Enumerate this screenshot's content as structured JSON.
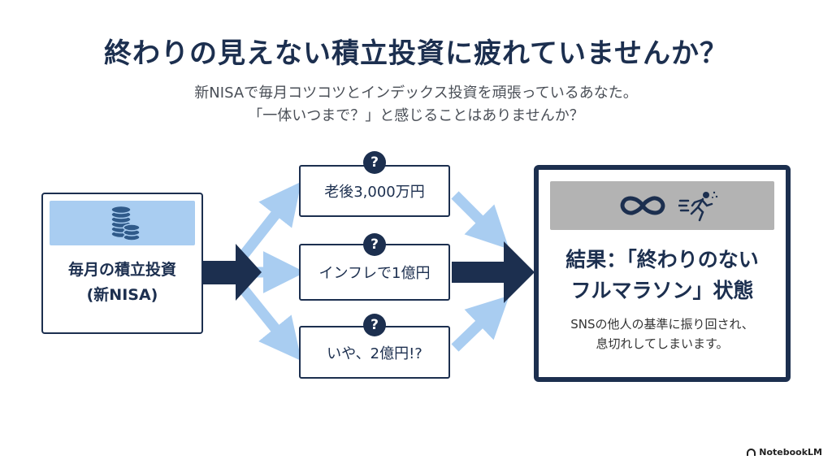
{
  "title": "終わりの見えない積立投資に疲れていませんか？",
  "subtitle": {
    "line1": "新NISAで毎月コツコツとインデックス投資を頑張っているあなた。",
    "line2": "「一体いつまで？」と感じることはありませんか？"
  },
  "input": {
    "icon": "coin-stack-icon",
    "label_line1": "毎月の積立投資",
    "label_line2": "(新NISA)"
  },
  "options": [
    {
      "label": "老後3,000万円",
      "badge": "?"
    },
    {
      "label": "インフレで1億円",
      "badge": "?"
    },
    {
      "label": "いや、2億円!?",
      "badge": "?"
    }
  ],
  "result": {
    "icons": [
      "infinity-icon",
      "running-person-icon"
    ],
    "title_line1": "結果：「終わりのない",
    "title_line2": "フルマラソン」状態",
    "desc_line1": "SNSの他人の基準に振り回され、",
    "desc_line2": "息切れしてしまいます。"
  },
  "brand": "NotebookLM",
  "colors": {
    "navy": "#1c2f4f",
    "light_blue": "#a9cdf1",
    "gray_banner": "#b3b3b3"
  }
}
